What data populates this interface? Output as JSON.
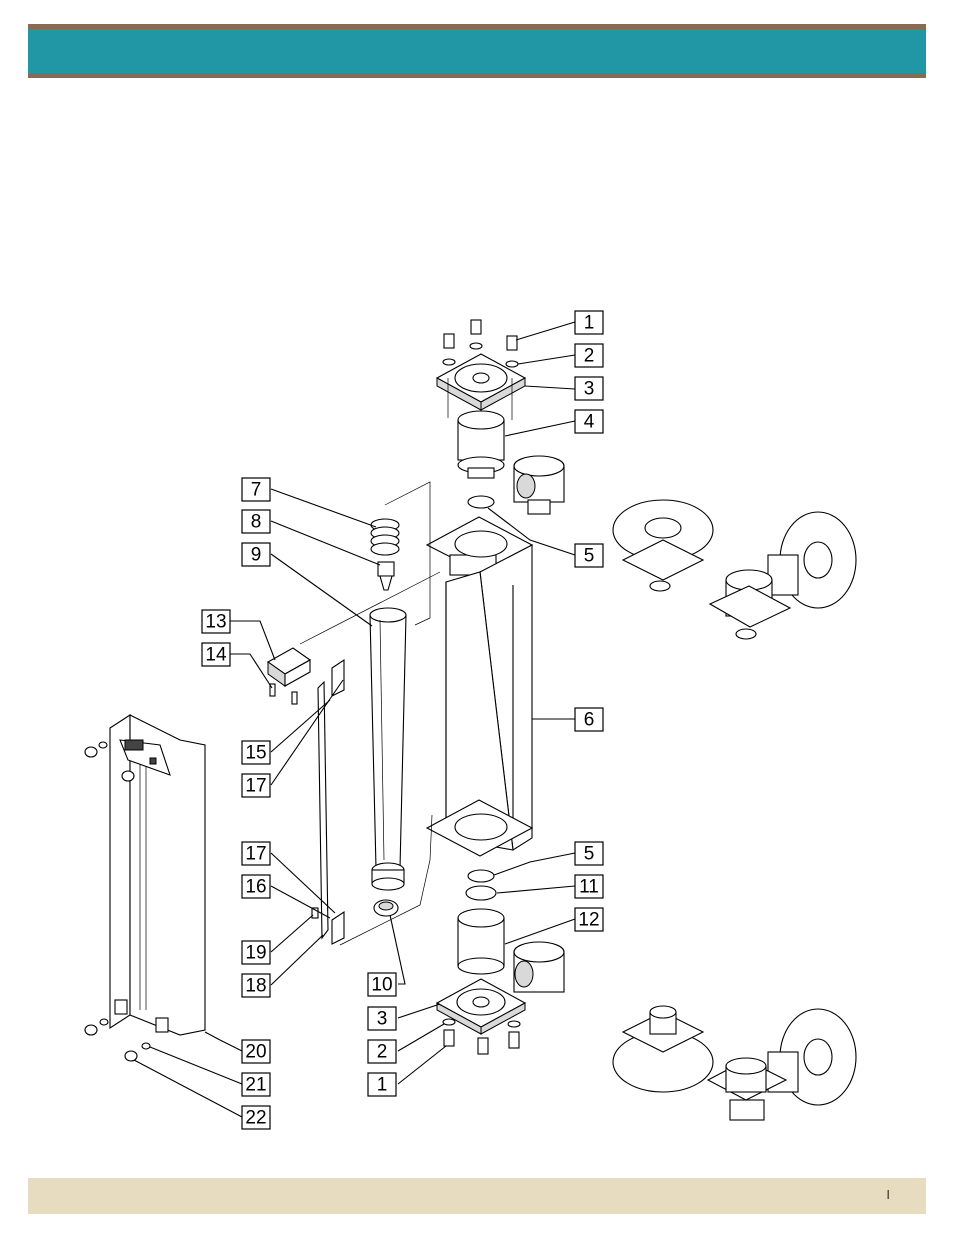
{
  "footer": {
    "page_marker": "I"
  },
  "colors": {
    "header": "#2197a6",
    "header_border": "#8a6a55",
    "footer": "#e8dcc0"
  },
  "callouts": [
    {
      "label": "1"
    },
    {
      "label": "2"
    },
    {
      "label": "3"
    },
    {
      "label": "4"
    },
    {
      "label": "5"
    },
    {
      "label": "6"
    },
    {
      "label": "5"
    },
    {
      "label": "11"
    },
    {
      "label": "12"
    },
    {
      "label": "3"
    },
    {
      "label": "2"
    },
    {
      "label": "1"
    },
    {
      "label": "7"
    },
    {
      "label": "8"
    },
    {
      "label": "9"
    },
    {
      "label": "13"
    },
    {
      "label": "14"
    },
    {
      "label": "15"
    },
    {
      "label": "17"
    },
    {
      "label": "17"
    },
    {
      "label": "16"
    },
    {
      "label": "19"
    },
    {
      "label": "18"
    },
    {
      "label": "10"
    },
    {
      "label": "20"
    },
    {
      "label": "21"
    },
    {
      "label": "22"
    }
  ]
}
